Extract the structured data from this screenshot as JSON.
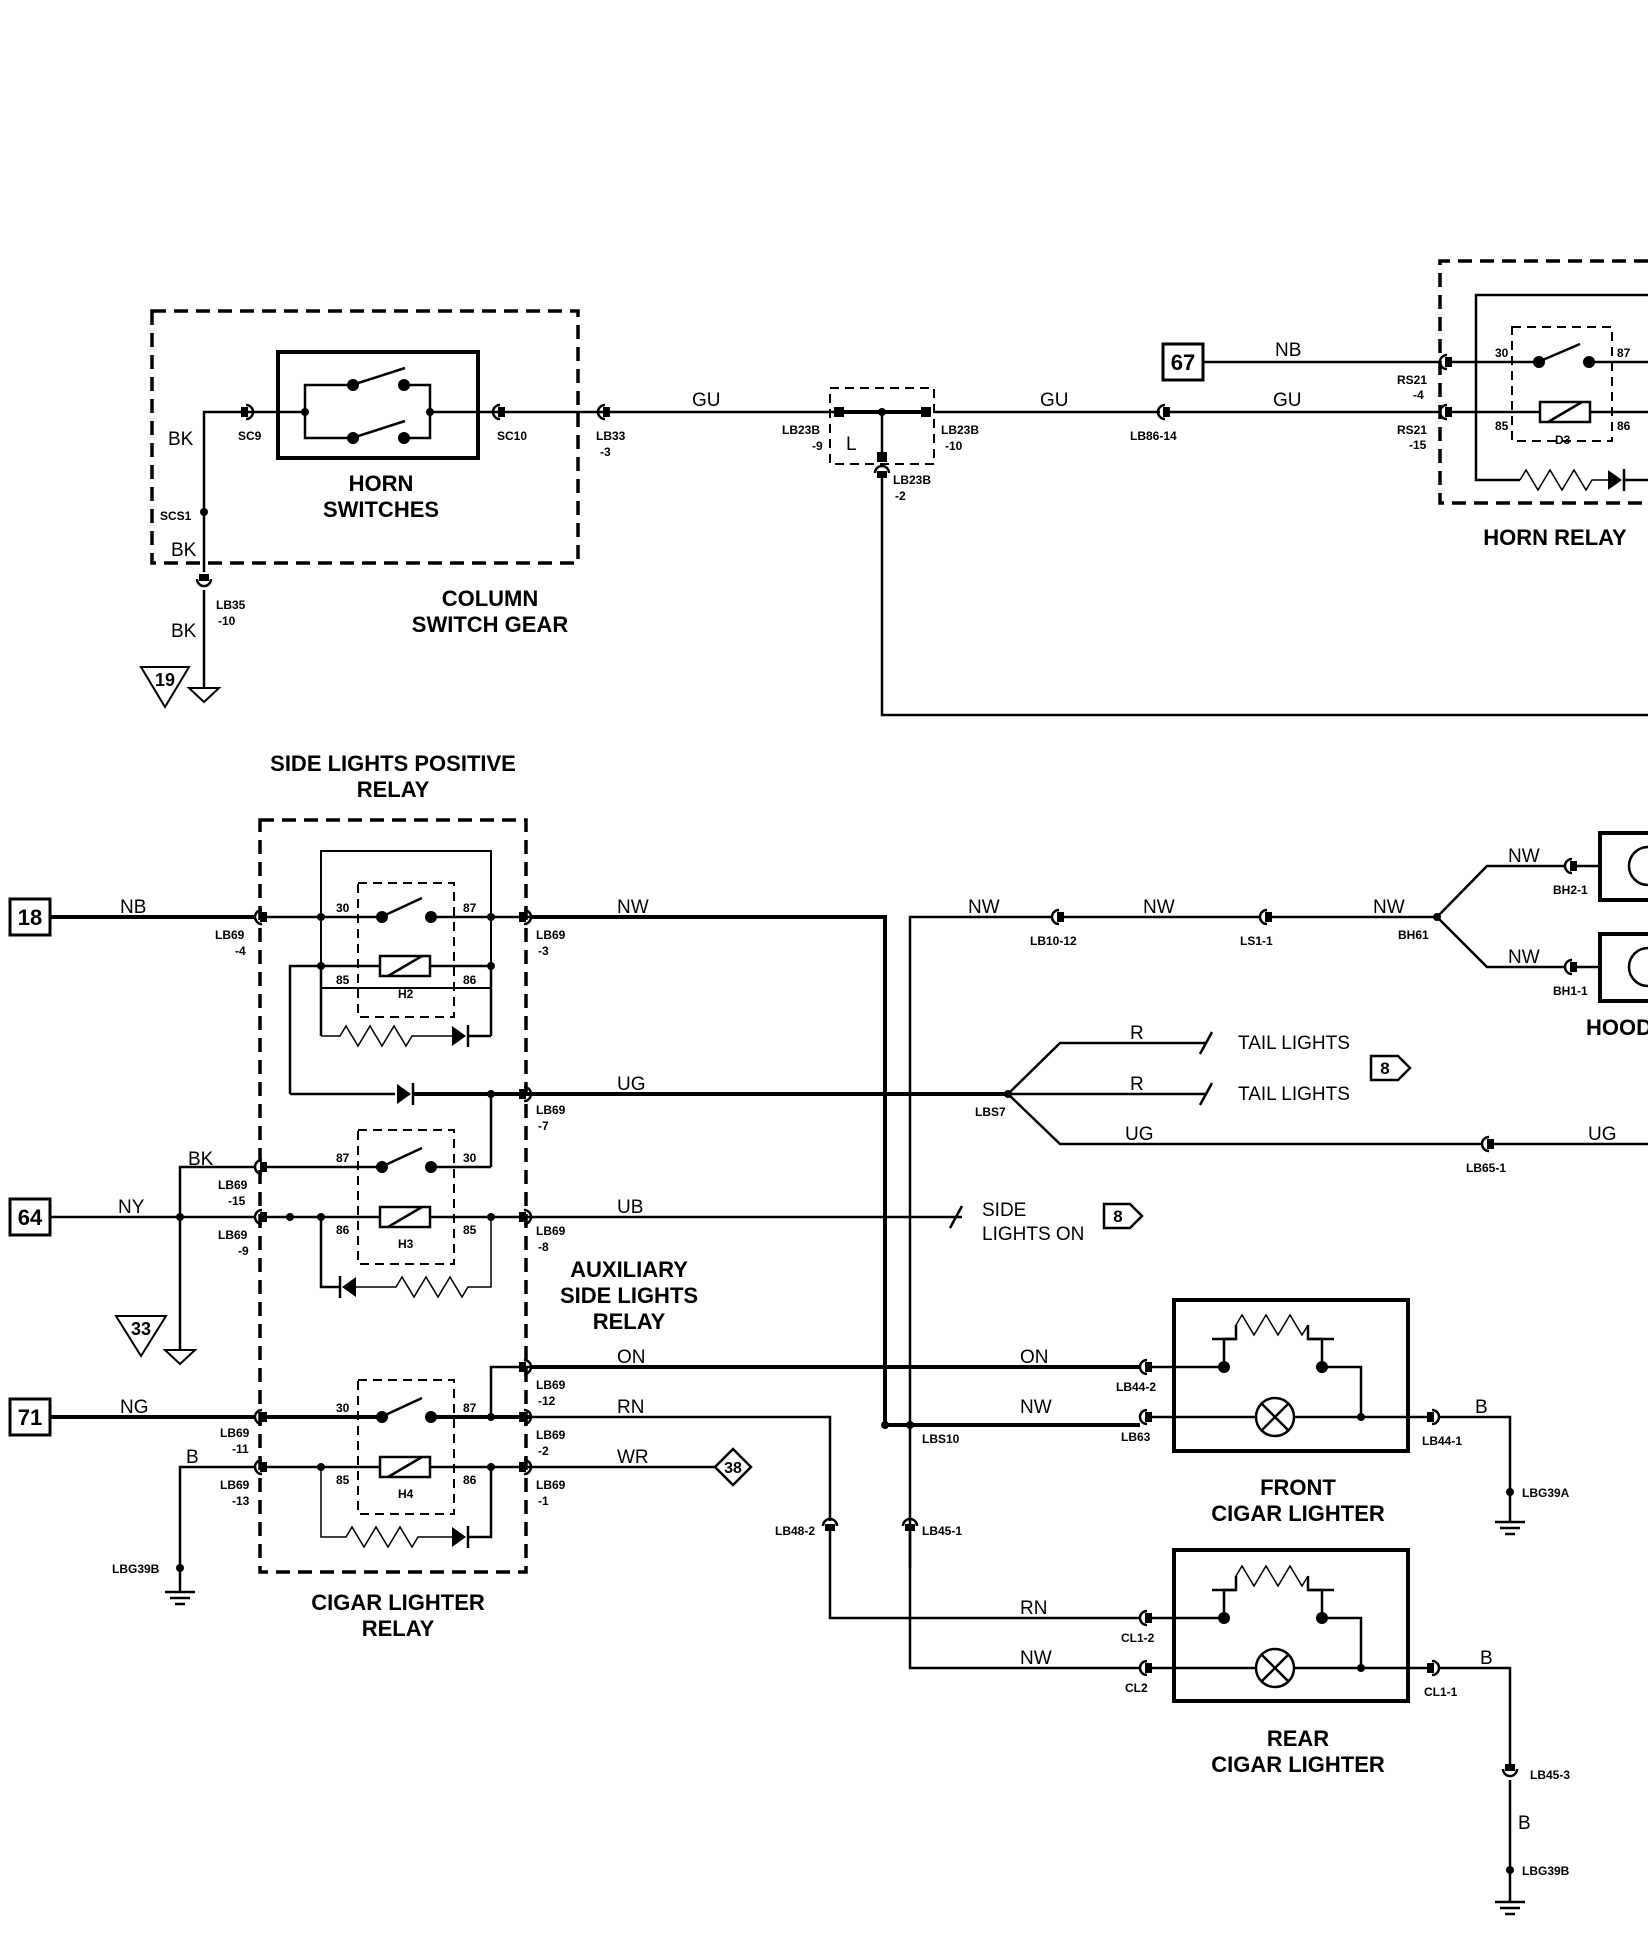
{
  "components": {
    "column_switch_gear": [
      "COLUMN",
      "SWITCH GEAR"
    ],
    "horn_switches": [
      "HORN",
      "SWITCHES"
    ],
    "horn_relay": "HORN RELAY",
    "side_lights_positive_relay": [
      "SIDE LIGHTS POSITIVE",
      "RELAY"
    ],
    "auxiliary_side_lights_relay": [
      "AUXILIARY",
      "SIDE LIGHTS",
      "RELAY"
    ],
    "cigar_lighter_relay": [
      "CIGAR LIGHTER",
      "RELAY"
    ],
    "front_cigar_lighter": [
      "FRONT",
      "CIGAR LIGHTER"
    ],
    "rear_cigar_lighter": [
      "REAR",
      "CIGAR LIGHTER"
    ],
    "hood": "HOOD",
    "tail_lights": "TAIL LIGHTS",
    "side_lights_on": [
      "SIDE",
      "LIGHTS ON"
    ]
  },
  "references": {
    "r67": "67",
    "r18": "18",
    "r64": "64",
    "r71": "71",
    "r19": "19",
    "r33": "33",
    "r8a": "8",
    "r8b": "8",
    "r38": "38"
  },
  "relay_ids": {
    "d3": "D3",
    "h2": "H2",
    "h3": "H3",
    "h4": "H4",
    "l": "L"
  },
  "wire_colors": {
    "bk": "BK",
    "gu": "GU",
    "nb": "NB",
    "nw": "NW",
    "ug": "UG",
    "ub": "UB",
    "ny": "NY",
    "ng": "NG",
    "on": "ON",
    "rn": "RN",
    "wr": "WR",
    "b": "B",
    "r": "R"
  },
  "connectors": {
    "sc9": "SC9",
    "sc10": "SC10",
    "scs1": "SCS1",
    "lb33": "LB33",
    "lb33_pin": "-3",
    "lb35": "LB35",
    "lb35_pin": "-10",
    "lb23b": "LB23B",
    "lb23b_9": "-9",
    "lb23b_10": "-10",
    "lb23b_2": "-2",
    "lb86_14": "LB86-14",
    "rs21": "RS21",
    "rs21_4": "-4",
    "rs21_15": "-15",
    "lb69": "LB69",
    "lb69_4": "-4",
    "lb69_3": "-3",
    "lb69_7": "-7",
    "lb69_15": "-15",
    "lb69_9": "-9",
    "lb69_8": "-8",
    "lb69_12": "-12",
    "lb69_11": "-11",
    "lb69_2": "-2",
    "lb69_13": "-13",
    "lb69_1": "-1",
    "lb10_12": "LB10-12",
    "ls1_1": "LS1-1",
    "bh61": "BH61",
    "bh2_1": "BH2-1",
    "bh1_1": "BH1-1",
    "lbs7": "LBS7",
    "lb65_1": "LB65-1",
    "lb44_2": "LB44-2",
    "lb63": "LB63",
    "lbs10": "LBS10",
    "lb44_1": "LB44-1",
    "lbg39a": "LBG39A",
    "lb48_2": "LB48-2",
    "lb45_1": "LB45-1",
    "lbg39b": "LBG39B",
    "cl1_2": "CL1-2",
    "cl2": "CL2",
    "cl1_1": "CL1-1",
    "lb45_3": "LB45-3"
  },
  "relay_pins": {
    "p30": "30",
    "p87": "87",
    "p85": "85",
    "p86": "86"
  }
}
